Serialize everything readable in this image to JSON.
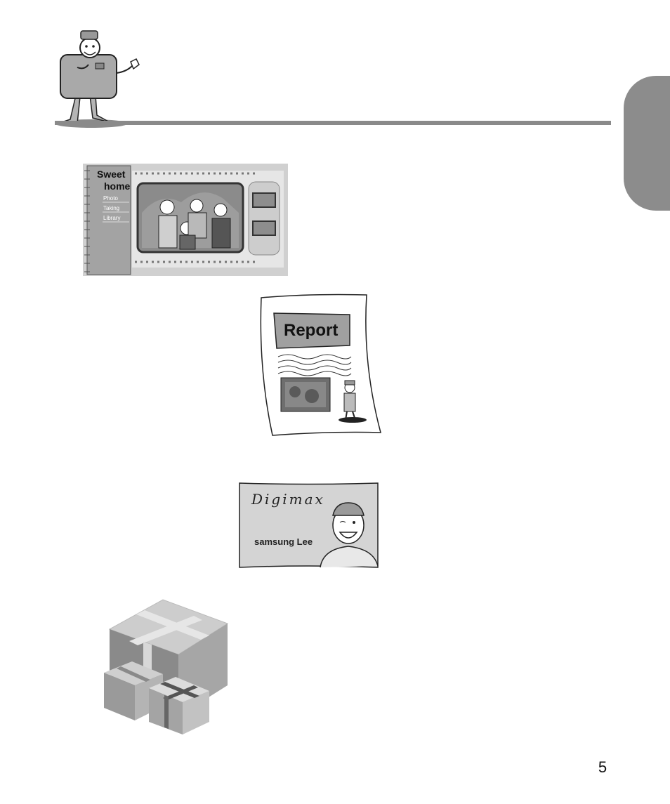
{
  "album": {
    "title_line1": "Sweet",
    "title_line2": "home",
    "menu": [
      "Photo",
      "Taking",
      "Library"
    ]
  },
  "report": {
    "title": "Report"
  },
  "card": {
    "brand": "Digimax",
    "name": "samsung Lee"
  },
  "page_number": "5",
  "colors": {
    "rule": "#8a8a8a",
    "tab": "#8c8c8c",
    "album_panel": "#9b9b9b"
  },
  "icons": [
    "camera-mascot-icon",
    "gift-boxes-icon"
  ]
}
